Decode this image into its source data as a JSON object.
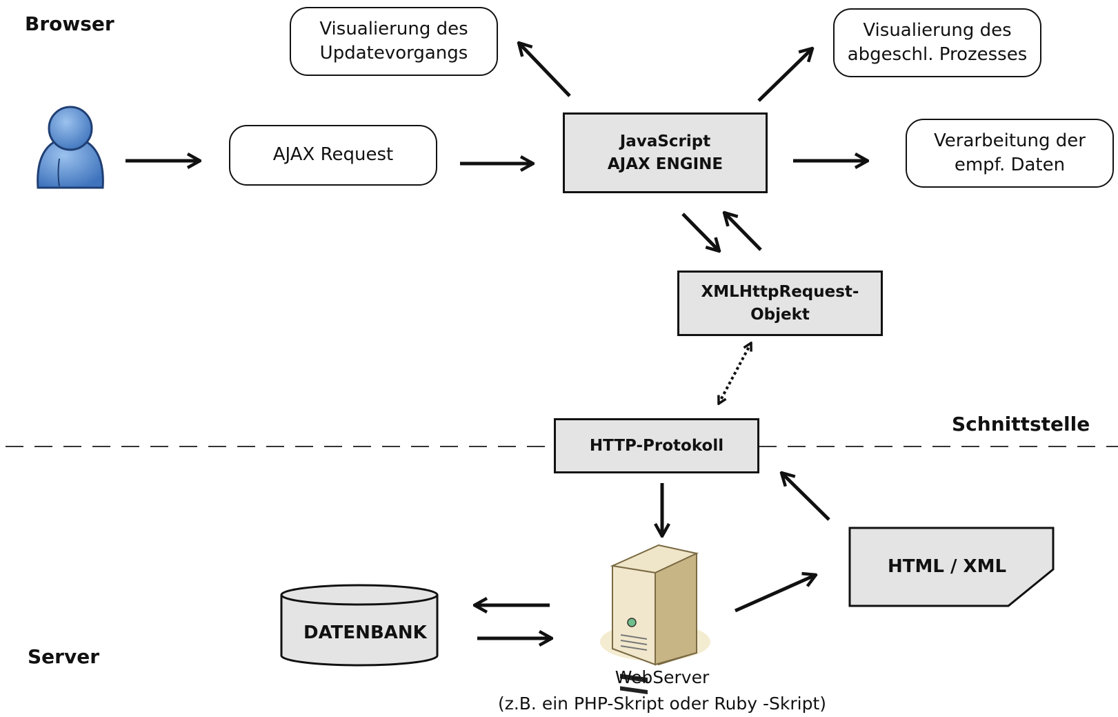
{
  "zones": {
    "browser": "Browser",
    "server": "Server",
    "interface": "Schnittstelle"
  },
  "nodes": {
    "vis_update": {
      "line1": "Visualierung des",
      "line2": "Updatevorgangs"
    },
    "vis_done": {
      "line1": "Visualierung des",
      "line2": "abgeschl. Prozesses"
    },
    "ajax_request": "AJAX Request",
    "engine": {
      "line1": "JavaScript",
      "line2": "AJAX ENGINE"
    },
    "processing": {
      "line1": "Verarbeitung der",
      "line2": "empf. Daten"
    },
    "xhr": {
      "line1": "XMLHttpRequest-",
      "line2": "Objekt"
    },
    "http": "HTTP-Protokoll",
    "html_xml": "HTML / XML",
    "database": "DATENBANK",
    "webserver": {
      "line1": "WebServer",
      "line2": "(z.B. ein PHP-Skript oder Ruby -Skript)"
    }
  },
  "icons": {
    "user": "user-icon",
    "server": "server-tower-icon",
    "database": "database-cylinder-icon"
  },
  "colors": {
    "user_fill": "#5b8fd0",
    "box_fill": "#e4e4e4",
    "server_body": "#e6d9b5"
  }
}
